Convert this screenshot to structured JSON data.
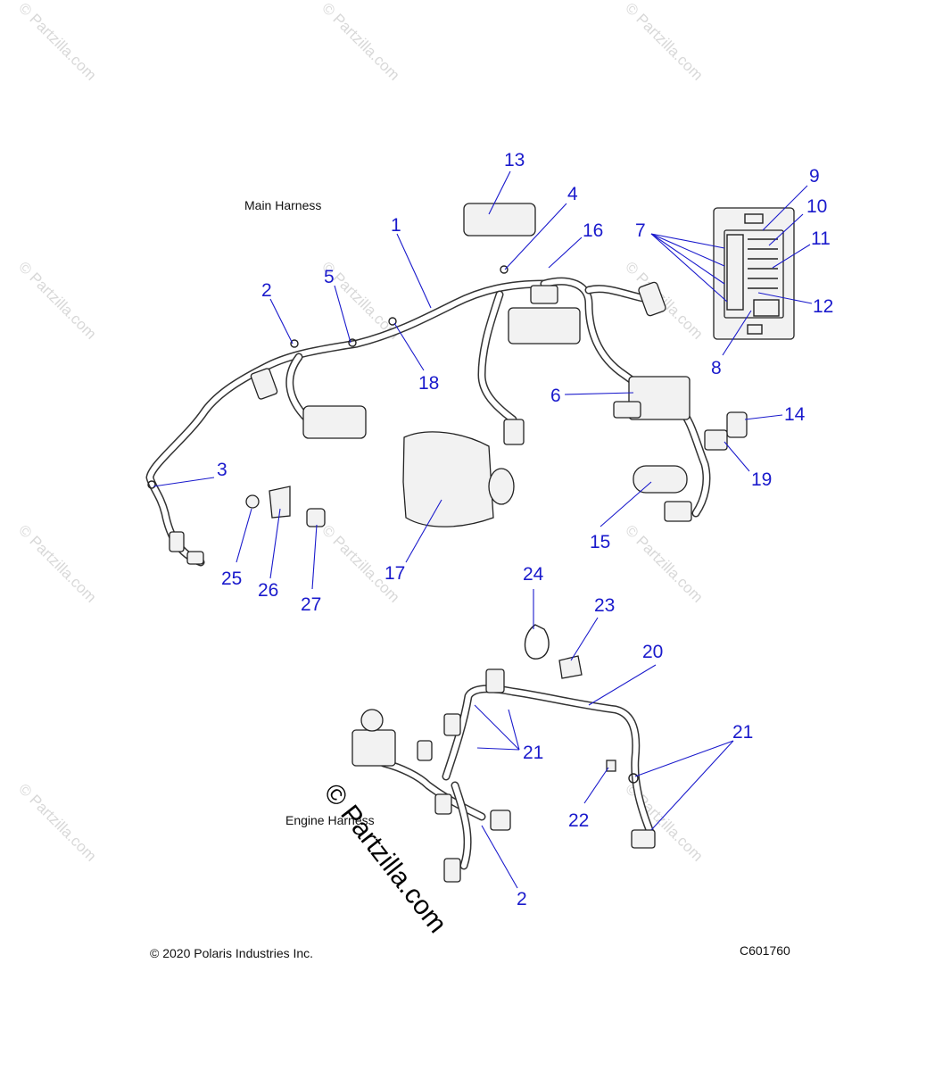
{
  "diagram": {
    "sections": {
      "main_harness": "Main Harness",
      "engine_harness": "Engine Harness"
    },
    "copyright": "© 2020 Polaris Industries Inc.",
    "drawing_id": "C601760",
    "watermark": "© Partzilla.com",
    "callouts": [
      {
        "id": "c1",
        "label": "1"
      },
      {
        "id": "c2a",
        "label": "2"
      },
      {
        "id": "c2b",
        "label": "2"
      },
      {
        "id": "c3",
        "label": "3"
      },
      {
        "id": "c4",
        "label": "4"
      },
      {
        "id": "c5",
        "label": "5"
      },
      {
        "id": "c6",
        "label": "6"
      },
      {
        "id": "c7",
        "label": "7"
      },
      {
        "id": "c8",
        "label": "8"
      },
      {
        "id": "c9",
        "label": "9"
      },
      {
        "id": "c10",
        "label": "10"
      },
      {
        "id": "c11",
        "label": "11"
      },
      {
        "id": "c12",
        "label": "12"
      },
      {
        "id": "c13",
        "label": "13"
      },
      {
        "id": "c14",
        "label": "14"
      },
      {
        "id": "c15",
        "label": "15"
      },
      {
        "id": "c16",
        "label": "16"
      },
      {
        "id": "c17",
        "label": "17"
      },
      {
        "id": "c18",
        "label": "18"
      },
      {
        "id": "c19",
        "label": "19"
      },
      {
        "id": "c20",
        "label": "20"
      },
      {
        "id": "c21a",
        "label": "21"
      },
      {
        "id": "c21b",
        "label": "21"
      },
      {
        "id": "c22",
        "label": "22"
      },
      {
        "id": "c23",
        "label": "23"
      },
      {
        "id": "c24",
        "label": "24"
      },
      {
        "id": "c25",
        "label": "25"
      },
      {
        "id": "c26",
        "label": "26"
      },
      {
        "id": "c27",
        "label": "27"
      }
    ]
  }
}
